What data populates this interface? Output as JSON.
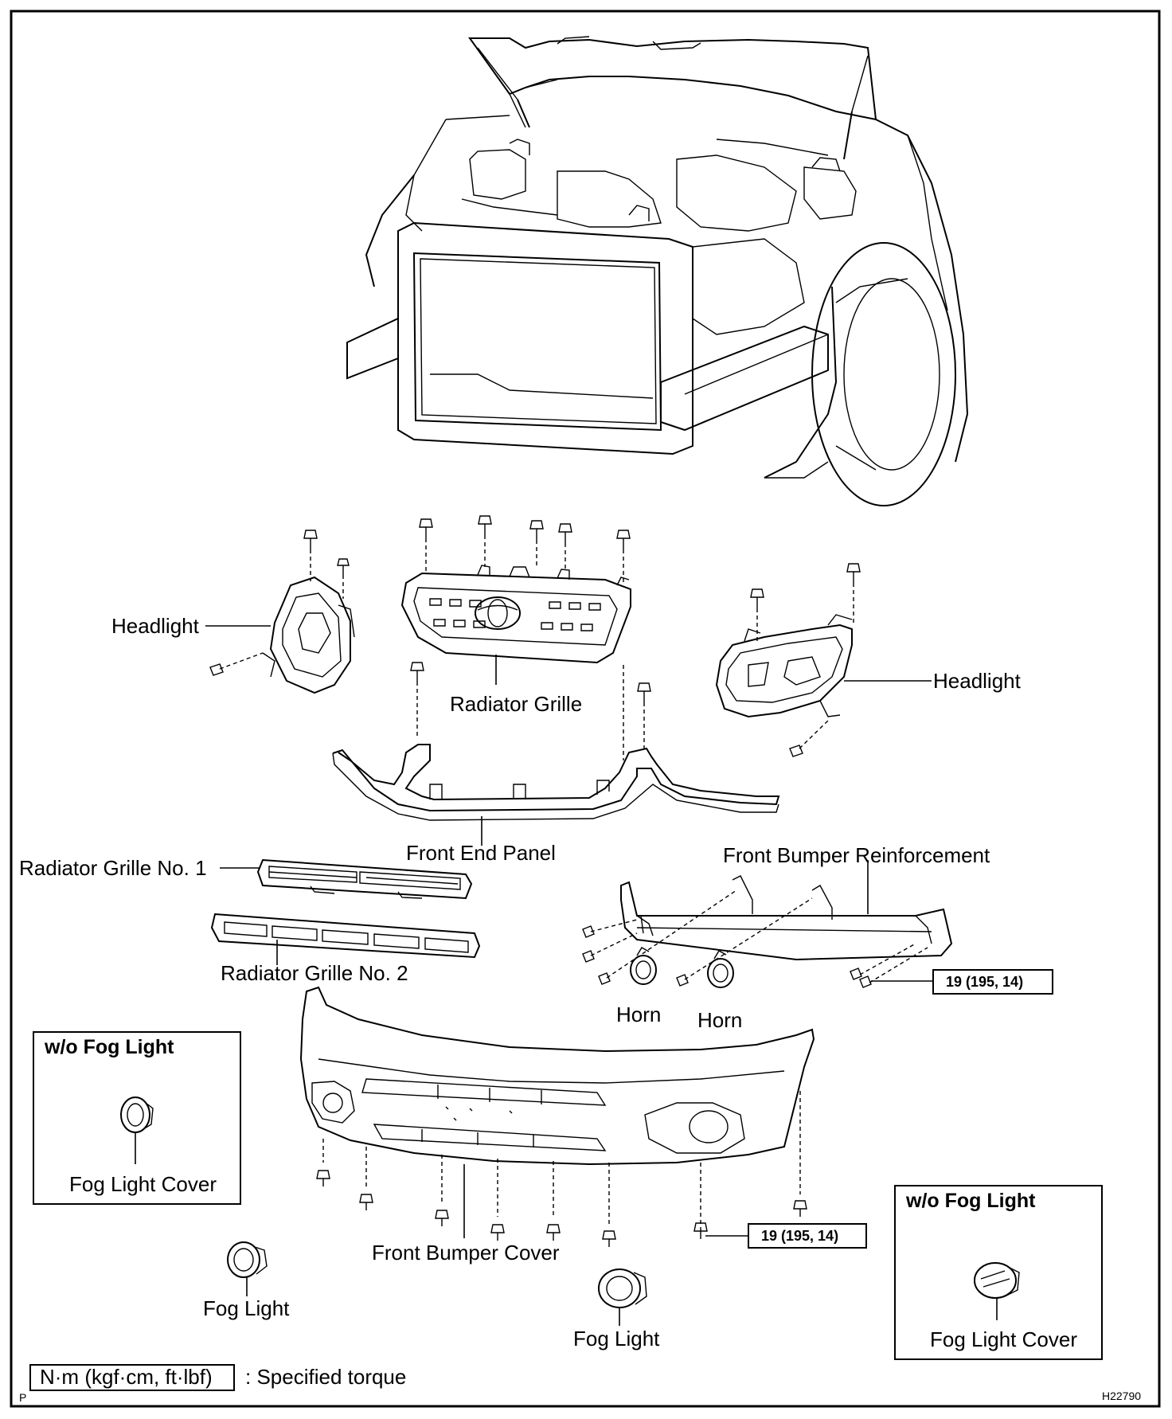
{
  "labels": {
    "headlight_left": "Headlight",
    "headlight_right": "Headlight",
    "radiator_grille": "Radiator Grille",
    "front_end_panel": "Front End Panel",
    "radiator_grille_no1": "Radiator Grille No. 1",
    "radiator_grille_no2": "Radiator Grille No. 2",
    "front_bumper_reinforcement": "Front Bumper Reinforcement",
    "horn_left": "Horn",
    "horn_right": "Horn",
    "front_bumper_cover": "Front Bumper Cover",
    "fog_light_left": "Fog Light",
    "fog_light_center": "Fog Light"
  },
  "torque": {
    "reinforcement_bolts": "19 (195, 14)",
    "bumper_cover_bolts": "19 (195, 14)"
  },
  "inset_left": {
    "title": "w/o Fog Light",
    "part": "Fog Light Cover"
  },
  "inset_right": {
    "title": "w/o Fog Light",
    "part": "Fog Light Cover"
  },
  "legend": {
    "unit_box": "N·m (kgf·cm, ft·lbf)",
    "text": ": Specified torque"
  },
  "corner_mark": "P",
  "figure_id": "H22790"
}
